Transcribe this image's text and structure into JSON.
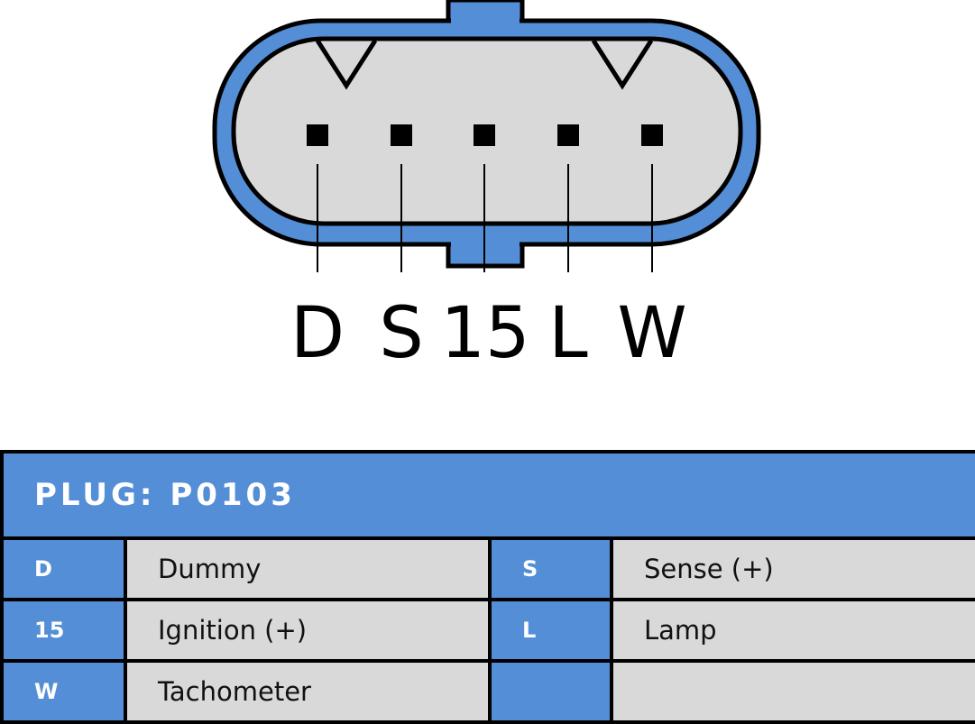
{
  "connector": {
    "pins": [
      {
        "code": "D"
      },
      {
        "code": "S"
      },
      {
        "code": "15"
      },
      {
        "code": "L"
      },
      {
        "code": "W"
      }
    ]
  },
  "table": {
    "header": "PLUG: P0103",
    "rows": [
      {
        "left_code": "D",
        "left_desc": "Dummy",
        "right_code": "S",
        "right_desc": "Sense (+)"
      },
      {
        "left_code": "15",
        "left_desc": "Ignition (+)",
        "right_code": "L",
        "right_desc": "Lamp"
      },
      {
        "left_code": "W",
        "left_desc": "Tachometer",
        "right_code": "",
        "right_desc": ""
      }
    ]
  },
  "colors": {
    "accent_blue": "#548ed6",
    "face_gray": "#d9d9d9",
    "outline": "#000000"
  }
}
